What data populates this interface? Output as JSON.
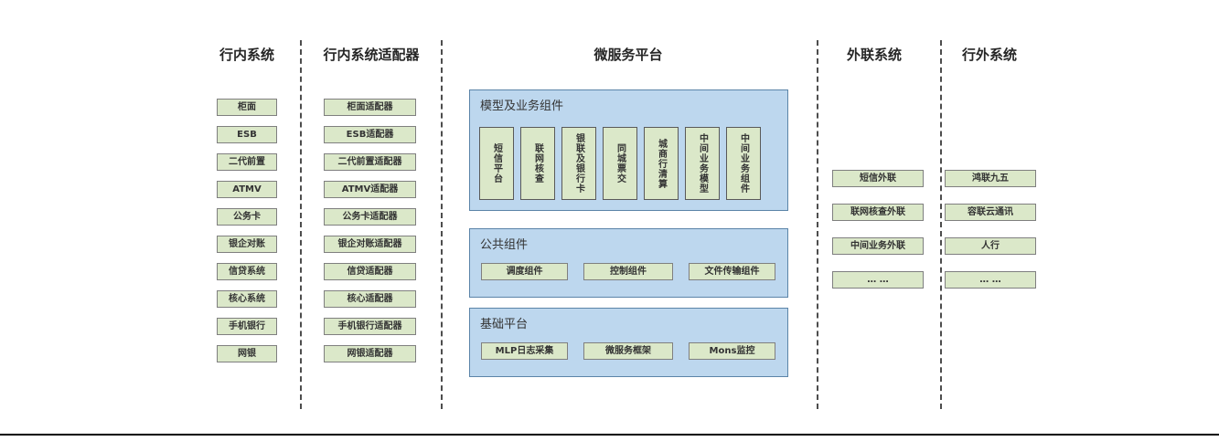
{
  "columns": {
    "internal": {
      "title": "行内系统",
      "items": [
        "柜面",
        "ESB",
        "二代前置",
        "ATMV",
        "公务卡",
        "银企对账",
        "信贷系统",
        "核心系统",
        "手机银行",
        "网银"
      ]
    },
    "adapters": {
      "title": "行内系统适配器",
      "items": [
        "柜面适配器",
        "ESB适配器",
        "二代前置适配器",
        "ATMV适配器",
        "公务卡适配器",
        "银企对账适配器",
        "信贷适配器",
        "核心适配器",
        "手机银行适配器",
        "网银适配器"
      ]
    },
    "platform": {
      "title": "微服务平台",
      "groups": {
        "model": {
          "label": "模型及业务组件",
          "items": [
            "短信平台",
            "联网核查",
            "银联及银行卡",
            "同城票交",
            "城商行清算",
            "中间业务模型",
            "中间业务组件"
          ]
        },
        "common": {
          "label": "公共组件",
          "items": [
            "调度组件",
            "控制组件",
            "文件传输组件"
          ]
        },
        "base": {
          "label": "基础平台",
          "items": [
            "MLP日志采集",
            "微服务框架",
            "Mons监控"
          ]
        }
      }
    },
    "outreach": {
      "title": "外联系统",
      "items": [
        "短信外联",
        "联网核查外联",
        "中间业务外联",
        "… …"
      ]
    },
    "external": {
      "title": "行外系统",
      "items": [
        "鸿联九五",
        "容联云通讯",
        "人行",
        "… …"
      ]
    }
  },
  "colors": {
    "box_fill": "#dbe8c9",
    "box_border": "#7f7f7f",
    "panel_fill": "#bdd7ee",
    "panel_border": "#5b84a8",
    "separator": "#4d4d4d",
    "bottom_rule": "#000000"
  }
}
